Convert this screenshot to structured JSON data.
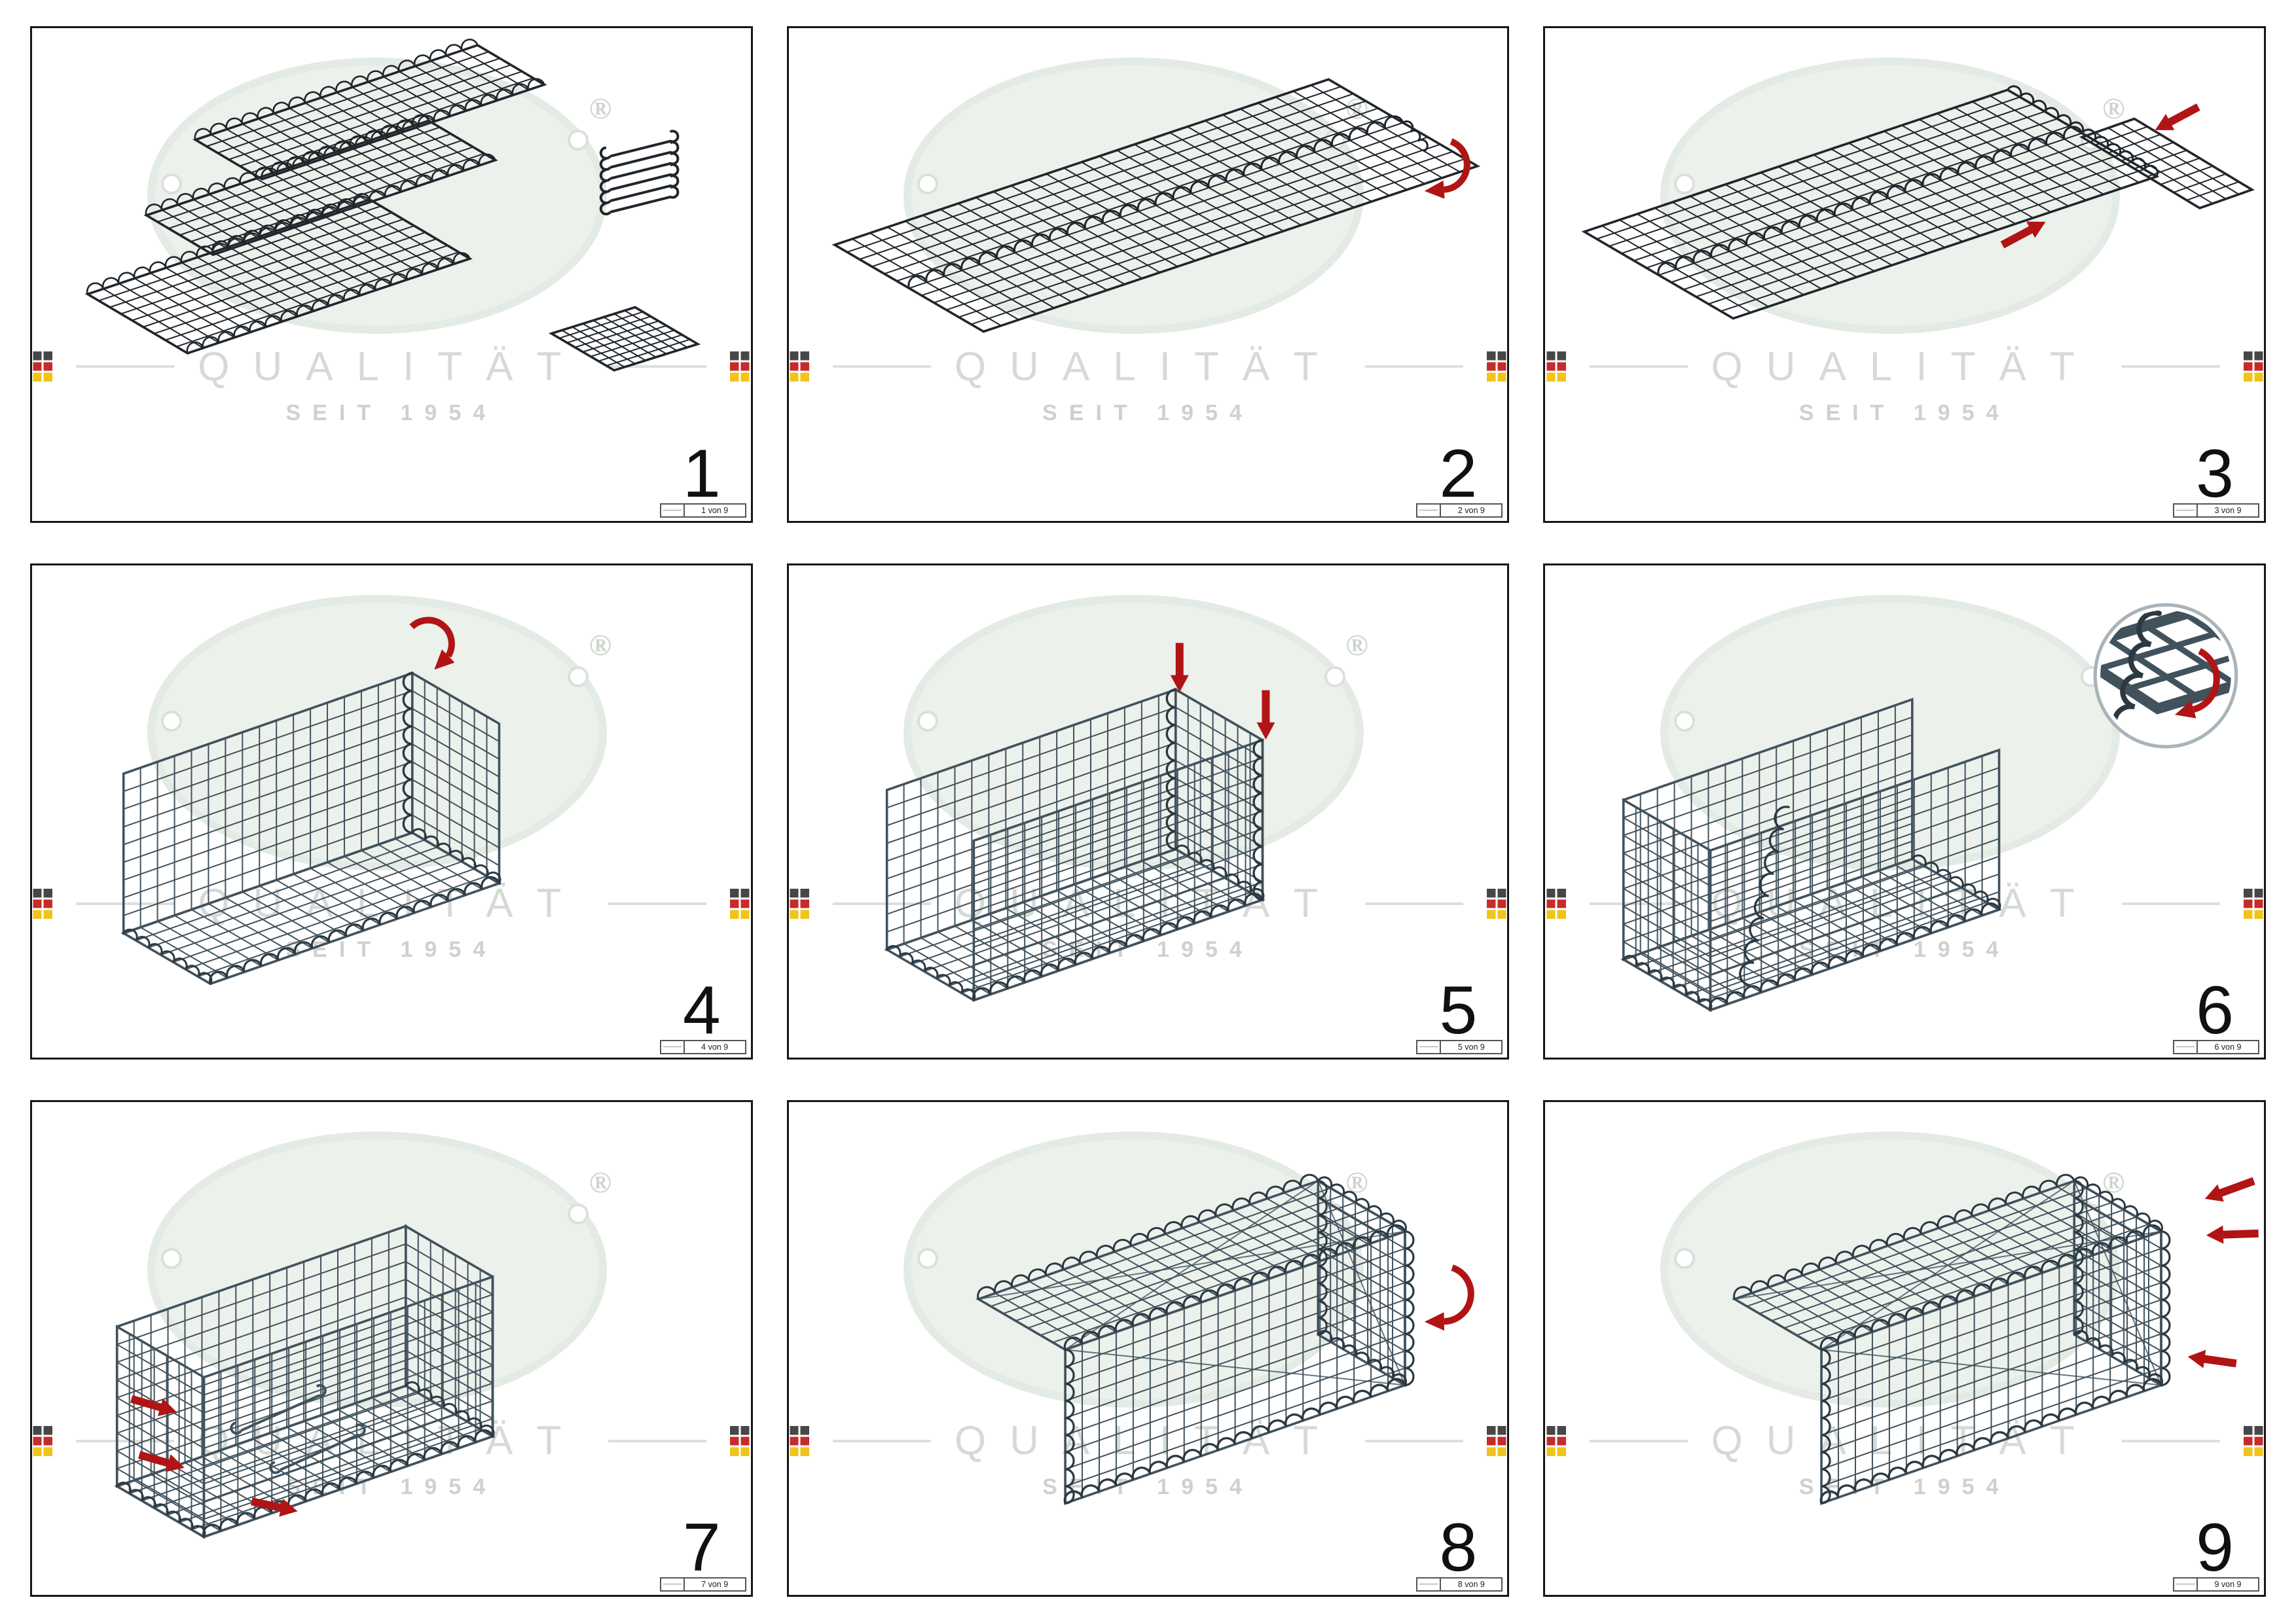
{
  "watermark": {
    "line1": "QUALITÄT",
    "line2": "SEIT 1954",
    "registered": "®"
  },
  "colors": {
    "mesh_line_flat": "#20262b",
    "mesh_line": "#41525d",
    "coil": "#2c3942",
    "arrow_red": "#b11414",
    "watermark_fill": "#ecf1ec",
    "watermark_text": "#d6dad6",
    "flag_black": "#474747",
    "flag_red": "#c62b2b",
    "flag_yellow": "#f0c419"
  },
  "steps": [
    {
      "number": "1",
      "sheet_label": "1 von 9",
      "illustration": "flat-mesh-panels-spirals-and-hooks"
    },
    {
      "number": "2",
      "sheet_label": "2 von 9",
      "illustration": "two-panels-joined-with-spiral"
    },
    {
      "number": "3",
      "sheet_label": "3 von 9",
      "illustration": "side-panel-folded-out"
    },
    {
      "number": "4",
      "sheet_label": "4 von 9",
      "illustration": "back-wall-raised-corner-spiral"
    },
    {
      "number": "5",
      "sheet_label": "5 von 9",
      "illustration": "front-wall-raised-spirals-inserted"
    },
    {
      "number": "6",
      "sheet_label": "6 von 9",
      "illustration": "spiral-detail-magnifier"
    },
    {
      "number": "7",
      "sheet_label": "7 von 9",
      "illustration": "spacer-hooks-inserted"
    },
    {
      "number": "8",
      "sheet_label": "8 von 9",
      "illustration": "lid-closed-with-spiral"
    },
    {
      "number": "9",
      "sheet_label": "9 von 9",
      "illustration": "finished-gabion-final-fixing"
    }
  ]
}
